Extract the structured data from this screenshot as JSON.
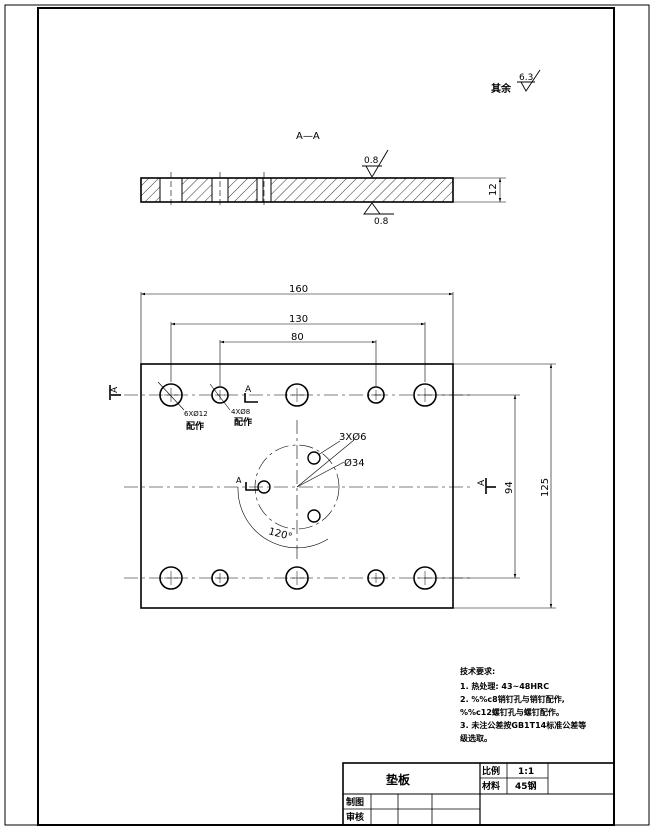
{
  "roughness": {
    "prefix": "其余",
    "value": "6.3"
  },
  "section": {
    "title": "A—A",
    "surface_top": "0.8",
    "surface_bottom": "0.8",
    "thickness": "12"
  },
  "plan": {
    "dim_160": "160",
    "dim_130": "130",
    "dim_80": "80",
    "dim_125": "125",
    "dim_94": "94",
    "callout_big_holes": "6XØ12",
    "callout_big_note": "配作",
    "callout_small_holes": "4XØ8",
    "callout_small_note": "配作",
    "callout_center_holes": "3XØ6",
    "callout_circle": "Ø34",
    "angle": "120°",
    "section_mark": "A"
  },
  "tech": {
    "title": "技术要求:",
    "lines": [
      "1. 热处理: 43~48HRC",
      "2. %%c8销钉孔与销钉配作,",
      "%%c12螺钉孔与螺钉配作。",
      "3. 未注公差按GB1T14标准公差等",
      "级选取。"
    ]
  },
  "titleblock": {
    "part_name": "垫板",
    "scale_label": "比例",
    "scale_value": "1:1",
    "material_label": "材料",
    "material_value": "45钢",
    "drawn_label": "制图",
    "checked_label": "审核"
  }
}
